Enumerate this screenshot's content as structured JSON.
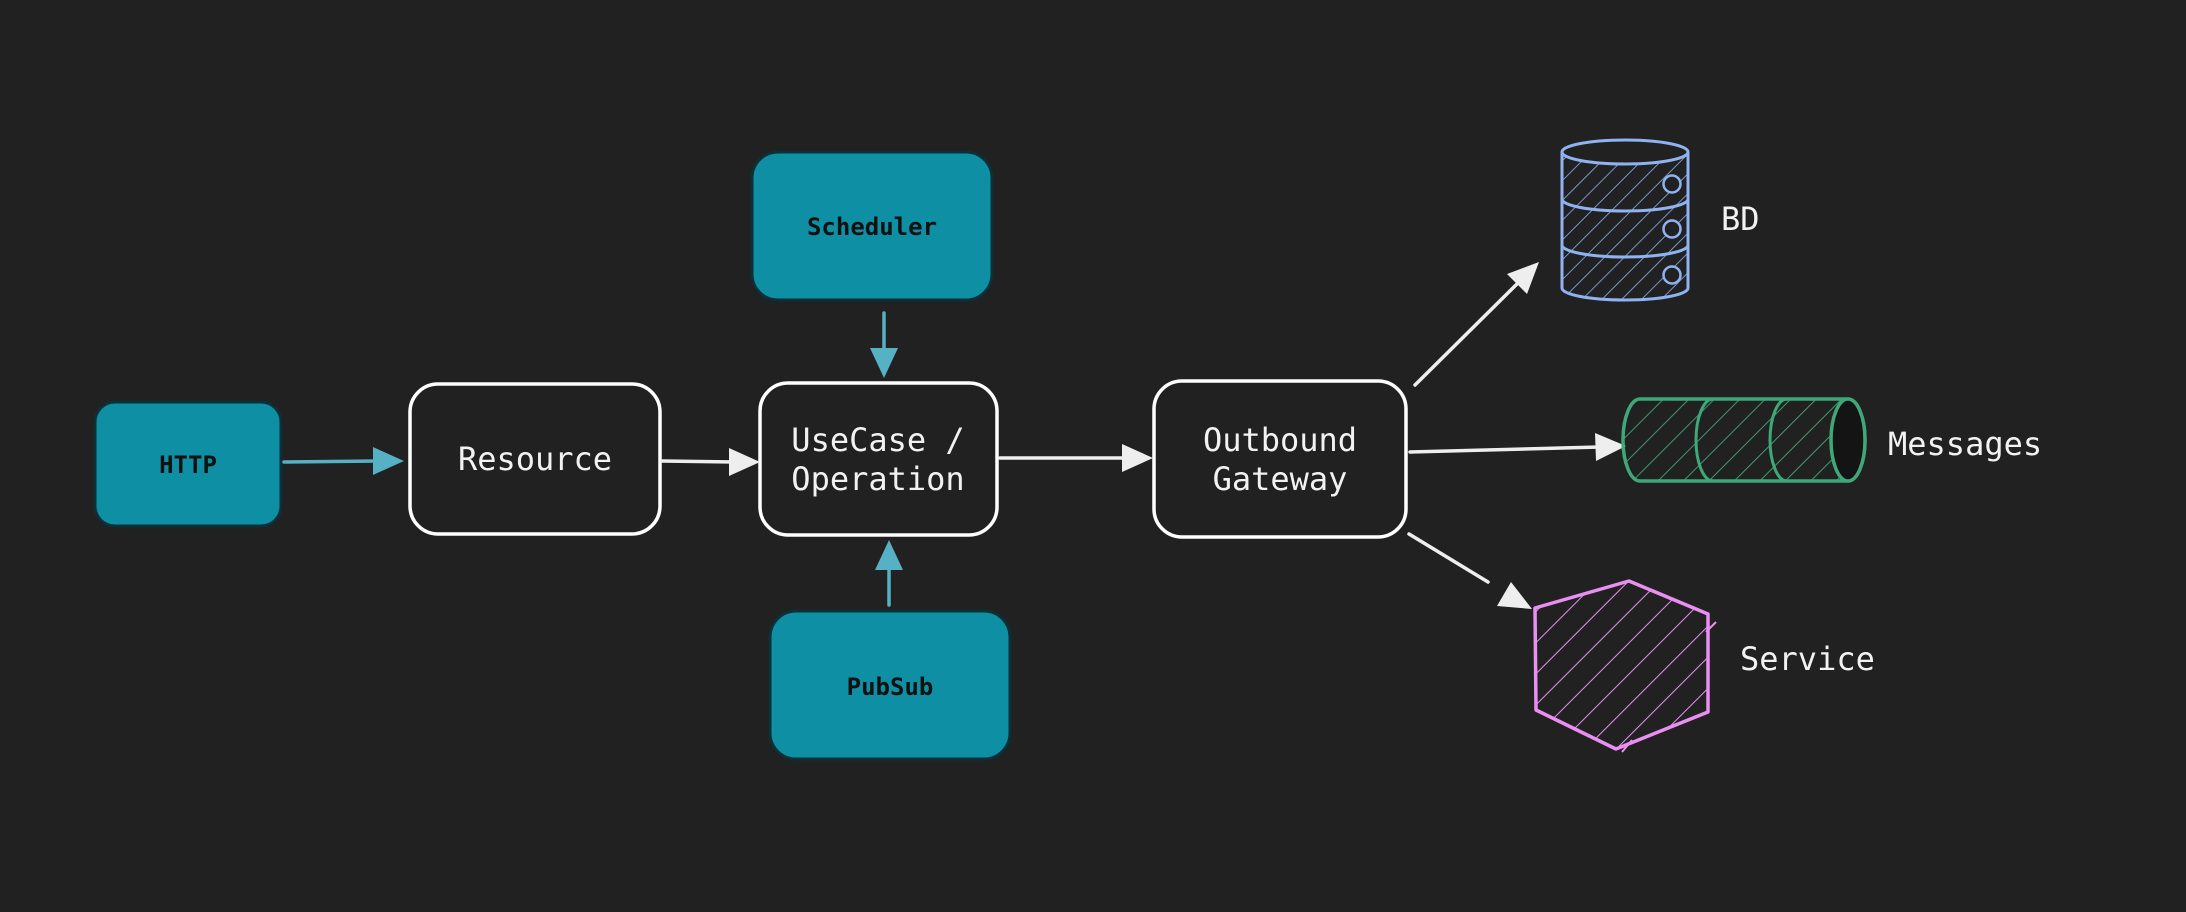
{
  "colors": {
    "background": "#212121",
    "source_fill": "#0e8fa4",
    "source_arrow": "#56b1c4",
    "box_stroke": "#ffffff",
    "arrow": "#eeeeee",
    "database": "#8fb3f0",
    "queue": "#3fa879",
    "service": "#e98ff2"
  },
  "sources": {
    "http": "HTTP",
    "scheduler": "Scheduler",
    "pubsub": "PubSub"
  },
  "boxes": {
    "resource": "Resource",
    "usecase": {
      "line1": "UseCase /",
      "line2": "Operation"
    },
    "gateway": {
      "line1": "Outbound",
      "line2": "Gateway"
    }
  },
  "targets": {
    "database": {
      "label": "BD",
      "icon": "database-icon"
    },
    "queue": {
      "label": "Messages",
      "icon": "message-queue-icon"
    },
    "service": {
      "label": "Service",
      "icon": "hexagon-service-icon"
    }
  }
}
